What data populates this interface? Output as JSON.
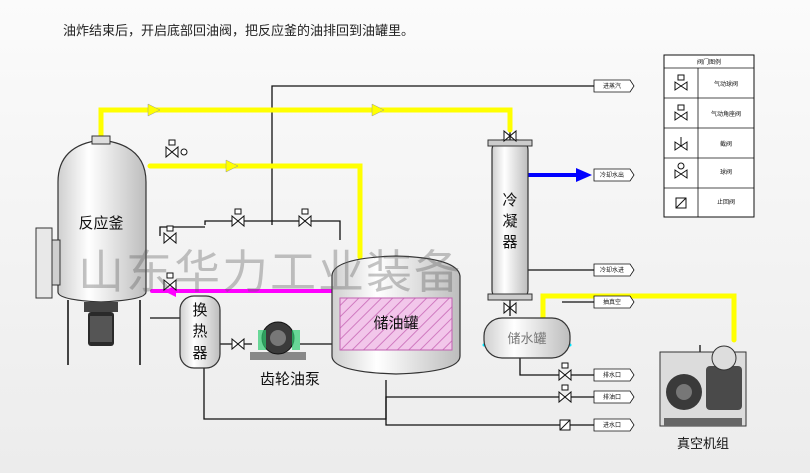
{
  "caption": "油炸结束后，开启底部回油阀，把反应釜的油排回到油罐里。",
  "equipment": {
    "reactor": "反应釜",
    "exchanger": [
      "换",
      "热",
      "器"
    ],
    "pump": "齿轮油泵",
    "oil_tank": "储油罐",
    "condenser": [
      "冷",
      "凝",
      "器"
    ],
    "water_tank": "储水罐",
    "vacuum_unit": "真空机组"
  },
  "ports": {
    "steam_in": "进蒸汽",
    "cooling_out": "冷却水出",
    "cooling_in": "冷却水进",
    "vent": "抽真空",
    "drain_water": "排水口",
    "drain_oil": "排油口",
    "water_in": "进水口"
  },
  "legend": {
    "title": "阀门图例",
    "items": [
      "气动球阀",
      "气动角座阀",
      "截阀",
      "球阀",
      "止回阀"
    ]
  },
  "watermark": "山东华力工业装备",
  "colors": {
    "yellow_line": "#ffff00",
    "magenta_line": "#ff00ff",
    "blue_line": "#0000ff",
    "cyan_line": "#00e5ff"
  }
}
